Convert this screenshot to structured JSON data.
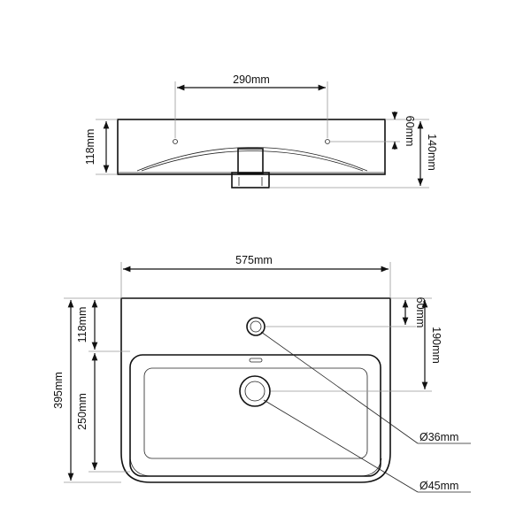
{
  "dimensions": {
    "top_width": "290mm",
    "side_60_top": "60mm",
    "side_140": "140mm",
    "side_118_top": "118mm",
    "overall_width": "575mm",
    "depth_118": "118mm",
    "depth_60": "60mm",
    "depth_190": "190mm",
    "overall_395": "395mm",
    "bowl_250": "250mm",
    "tap_hole_dia": "Ø36mm",
    "drain_dia": "Ø45mm"
  }
}
